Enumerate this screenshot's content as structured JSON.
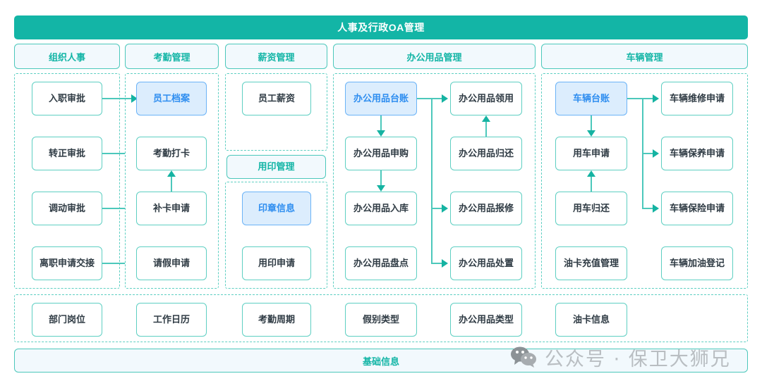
{
  "header": {
    "title": "人事及行政OA管理"
  },
  "categories": [
    {
      "label": "组织人事"
    },
    {
      "label": "考勤管理"
    },
    {
      "label": "薪资管理"
    },
    {
      "label": "办公用品管理"
    },
    {
      "label": "车辆管理"
    }
  ],
  "columns": {
    "hr": {
      "nodes": [
        {
          "label": "入职审批"
        },
        {
          "label": "转正审批"
        },
        {
          "label": "调动审批"
        },
        {
          "label": "离职申请交接"
        }
      ]
    },
    "attendance": {
      "nodes": [
        {
          "label": "员工档案",
          "highlight": true
        },
        {
          "label": "考勤打卡"
        },
        {
          "label": "补卡申请"
        },
        {
          "label": "请假申请"
        }
      ]
    },
    "salary": {
      "nodes": [
        {
          "label": "员工薪资"
        }
      ],
      "sub_header": {
        "label": "用印管理"
      },
      "seal_nodes": [
        {
          "label": "印章信息",
          "highlight": true
        },
        {
          "label": "用印申请"
        }
      ]
    },
    "supplies": {
      "left_nodes": [
        {
          "label": "办公用品台账",
          "highlight": true
        },
        {
          "label": "办公用品申购"
        },
        {
          "label": "办公用品入库"
        },
        {
          "label": "办公用品盘点"
        }
      ],
      "right_nodes": [
        {
          "label": "办公用品领用"
        },
        {
          "label": "办公用品归还"
        },
        {
          "label": "办公用品报修"
        },
        {
          "label": "办公用品处置"
        }
      ]
    },
    "vehicle": {
      "left_nodes": [
        {
          "label": "车辆台账",
          "highlight": true
        },
        {
          "label": "用车申请"
        },
        {
          "label": "用车归还"
        },
        {
          "label": "油卡充值管理"
        }
      ],
      "right_nodes": [
        {
          "label": "车辆维修申请"
        },
        {
          "label": "车辆保养申请"
        },
        {
          "label": "车辆保险申请"
        },
        {
          "label": "车辆加油登记"
        }
      ]
    }
  },
  "base_info": {
    "items": [
      {
        "label": "部门岗位"
      },
      {
        "label": "工作日历"
      },
      {
        "label": "考勤周期"
      },
      {
        "label": "假别类型"
      },
      {
        "label": "办公用品类型"
      },
      {
        "label": "油卡信息"
      }
    ],
    "bar_label": "基础信息"
  },
  "watermark": {
    "text": "公众号 · 保卫大狮兄",
    "icon": "wechat-icon"
  },
  "colors": {
    "brand_teal": "#13b5a6",
    "line_teal": "#4cc8bb",
    "arrow_teal": "#15b3a2",
    "highlight_blue": "#2f8ef0",
    "highlight_bg": "#dcedfd",
    "chip_bg": "#f2f9fd",
    "node_text": "#2f3b44"
  }
}
